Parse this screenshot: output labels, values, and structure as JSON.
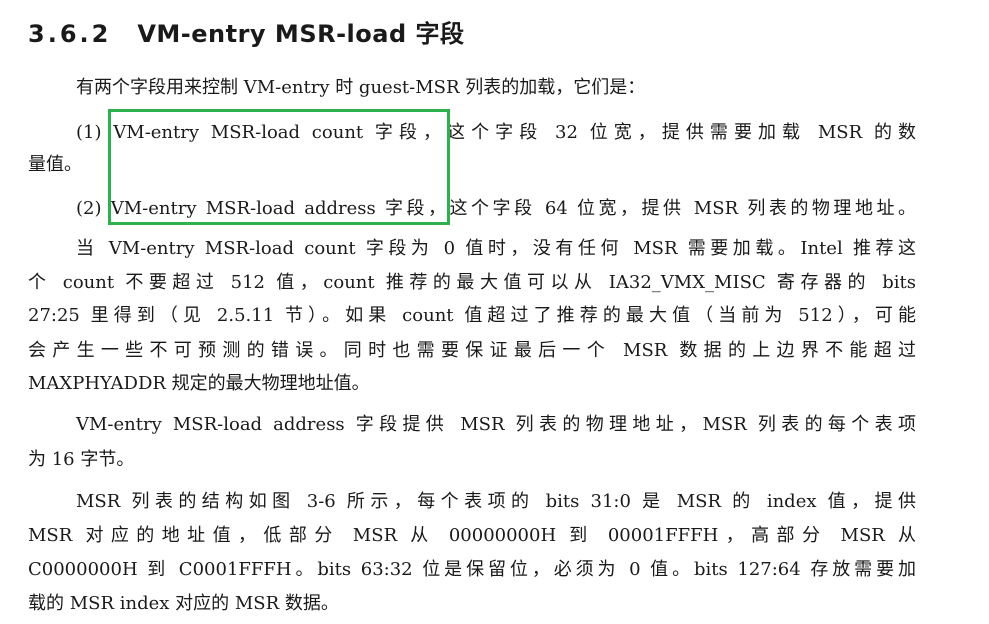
{
  "heading": {
    "number": "3.6.2",
    "title": "VM-entry MSR-load 字段"
  },
  "intro": "有两个字段用来控制 VM-entry 时 guest-MSR 列表的加载，它们是：",
  "item1": {
    "line1": "(1) VM-entry MSR-load count 字段，这个字段 32 位宽，提供需要加载 MSR 的数",
    "line2": "量值。"
  },
  "item2": {
    "line1": "(2) VM-entry MSR-load address 字段，这个字段 64 位宽，提供 MSR 列表的物理地址。"
  },
  "para1": [
    "当 VM-entry MSR-load count 字段为 0 值时，没有任何 MSR 需要加载。Intel 推荐这",
    "个 count 不要超过 512 值，count 推荐的最大值可以从 IA32_VMX_MISC 寄存器的 bits",
    "27:25 里得到（见 2.5.11 节）。如果 count 值超过了推荐的最大值（当前为 512），可能",
    "会产生一些不可预测的错误。同时也需要保证最后一个 MSR 数据的上边界不能超过",
    "MAXPHYADDR 规定的最大物理地址值。"
  ],
  "para2": [
    "VM-entry MSR-load address 字段提供 MSR 列表的物理地址，MSR 列表的每个表项",
    "为 16 字节。"
  ],
  "para3": [
    "MSR 列表的结构如图 3-6 所示，每个表项的 bits 31:0 是 MSR 的 index 值，提供",
    "MSR 对应的地址值，低部分 MSR 从 00000000H 到 00001FFFH，高部分 MSR 从",
    "C0000000H 到 C0001FFFH。bits 63:32 位是保留位，必须为 0 值。bits 127:64 存放需要加",
    "载的 MSR index 对应的 MSR 数据。"
  ],
  "highlight_color": "#2db04e"
}
